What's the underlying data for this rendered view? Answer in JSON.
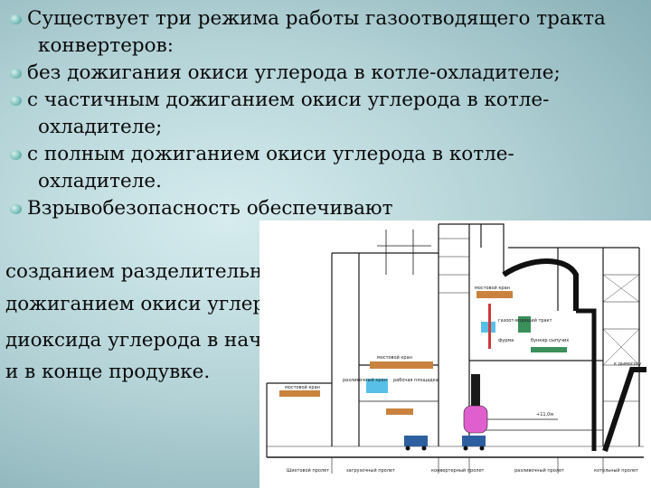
{
  "bullets": [
    {
      "line1": "Существует три режима работы газоотводящего тракта",
      "line2": "конвертеров:"
    },
    {
      "line1": "без дожигания окиси углерода в котле-охладителе;",
      "line2": ""
    },
    {
      "line1": "с частичным дожиганием окиси углерода в котле-",
      "line2": "охладителе;"
    },
    {
      "line1": "с полным дожиганием окиси углерода в котле-",
      "line2": "охладителе."
    },
    {
      "line1": "Взрывобезопасность обеспечивают",
      "line2": ""
    }
  ],
  "paragraph_lines": [
    "созданием разделительного тампона,",
    "дожиганием окиси углерода до",
    "диоксида углерода в начале",
    "и в конце продувке."
  ],
  "figure": {
    "labels": {
      "crane_top": "мостовой кран",
      "gas_outlet": "газоот-водящий тракт",
      "lance": "фурма",
      "crane_mid": "мостовой кран",
      "crane_left": "мостовой кран",
      "tilting": "разливочный кран",
      "work_platform": "рабочая площадка",
      "bunker": "бункер сыпучих",
      "to_stack": "к дымососу",
      "level": "+11,0м",
      "span_1": "Шихтовой пролет",
      "span_2": "загрузочный пролет",
      "span_3": "конвертерный пролет",
      "span_4": "разливочный пролет",
      "span_5": "котельный пролет"
    },
    "colors": {
      "structure": "#1a1a1a",
      "crane": "#c9833e",
      "converter": "#e05fcf",
      "control": "#58c0e8",
      "bunker": "#3a8f5a",
      "ladle": "#2c5fa0"
    }
  }
}
